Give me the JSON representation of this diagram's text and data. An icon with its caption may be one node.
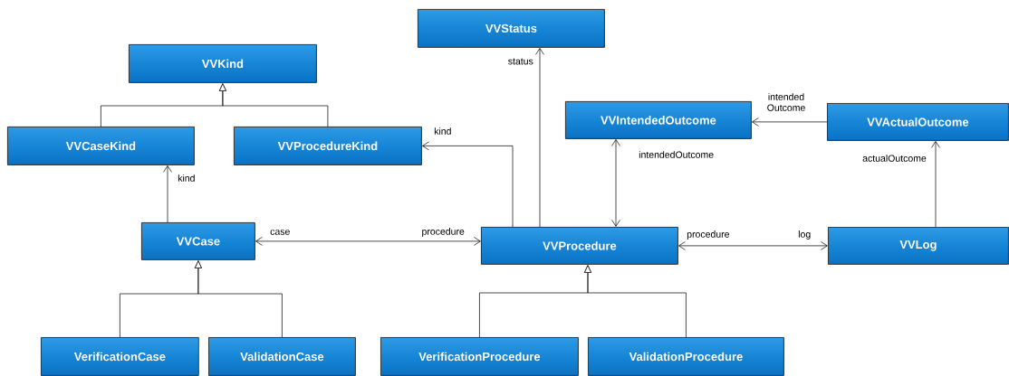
{
  "diagram": {
    "nodes": [
      {
        "text": [
          "VVStatus"
        ]
      },
      {
        "text": [
          "VVKind"
        ]
      },
      {
        "text": [
          "VVCaseKind"
        ]
      },
      {
        "text": [
          "VVProcedureKind"
        ]
      },
      {
        "text": [
          "VVIntendedOutcome"
        ]
      },
      {
        "text": [
          "VVActualOutcome"
        ]
      },
      {
        "text": [
          "VVCase"
        ]
      },
      {
        "text": [
          "VVProcedure"
        ]
      },
      {
        "text": [
          "VVLog"
        ]
      },
      {
        "text": [
          "VerificationCase"
        ]
      },
      {
        "text": [
          "ValidationCase"
        ]
      },
      {
        "text": [
          "VerificationProcedure"
        ]
      },
      {
        "text": [
          "ValidationProcedure"
        ]
      }
    ],
    "edges": [
      {
        "from": 2,
        "to": 1,
        "arrow": "to"
      },
      {
        "from": 3,
        "to": 1,
        "arrow": "to"
      },
      {
        "from": 6,
        "to": 2,
        "arrow": "to",
        "label": "kind"
      },
      {
        "from": 7,
        "to": 3,
        "arrow": "to",
        "label": "kind"
      },
      {
        "from": 7,
        "to": 0,
        "arrow": "to",
        "label": "status"
      },
      {
        "from": 6,
        "to": 7,
        "arrow": "both",
        "label": "procedure"
      },
      {
        "from": 4,
        "to": 7,
        "arrow": "both",
        "label": "intendedOutcome"
      },
      {
        "from": 5,
        "to": 4,
        "arrow": "to",
        "label": "intended Outcome"
      },
      {
        "from": 7,
        "to": 8,
        "arrow": "both",
        "label": "log"
      },
      {
        "from": 8,
        "to": 5,
        "arrow": "to",
        "label": "actualOutcome"
      },
      {
        "from": 9,
        "to": 6,
        "arrow": "to"
      },
      {
        "from": 10,
        "to": 6,
        "arrow": "to"
      },
      {
        "from": 11,
        "to": 7,
        "arrow": "to"
      },
      {
        "from": 12,
        "to": 7,
        "arrow": "to"
      }
    ],
    "labels": [
      "case",
      "procedure"
    ]
  }
}
